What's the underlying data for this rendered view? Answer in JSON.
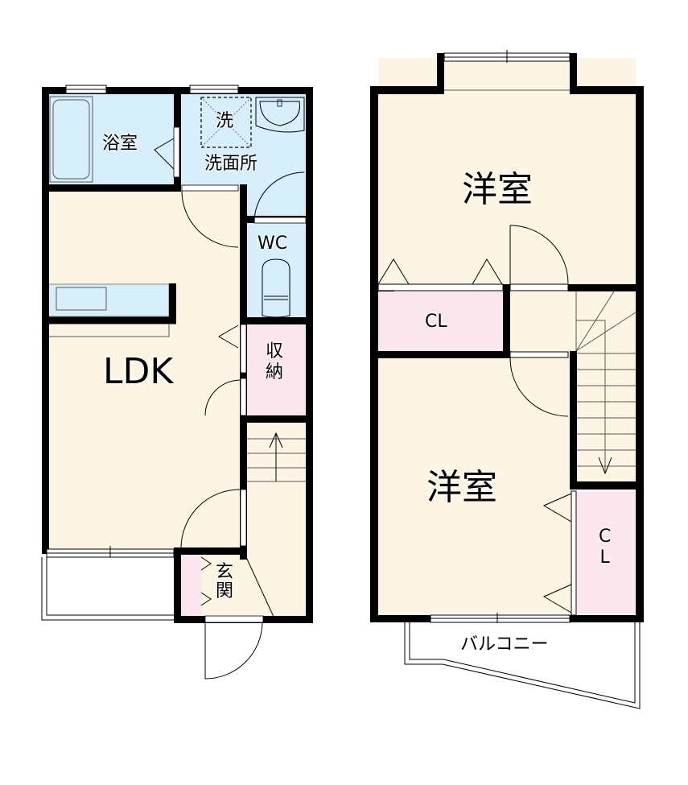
{
  "floor_1": {
    "rooms": {
      "bath": "浴室",
      "washroom": "洗面所",
      "washer": "洗",
      "wc": "WC",
      "ldk": "LDK",
      "storage_line1": "収",
      "storage_line2": "納",
      "entrance_line1": "玄",
      "entrance_line2": "関"
    }
  },
  "floor_2": {
    "rooms": {
      "western_room_upper": "洋室",
      "closet_upper": "CL",
      "western_room_lower": "洋室",
      "closet_right_line1": "C",
      "closet_right_line2": "L",
      "balcony": "バルコニー"
    }
  },
  "colors": {
    "wall": "#000000",
    "wet_area": "#d6effb",
    "living": "#fdf5e3",
    "closet": "#fce6ee",
    "outdoor": "#ffffff"
  }
}
